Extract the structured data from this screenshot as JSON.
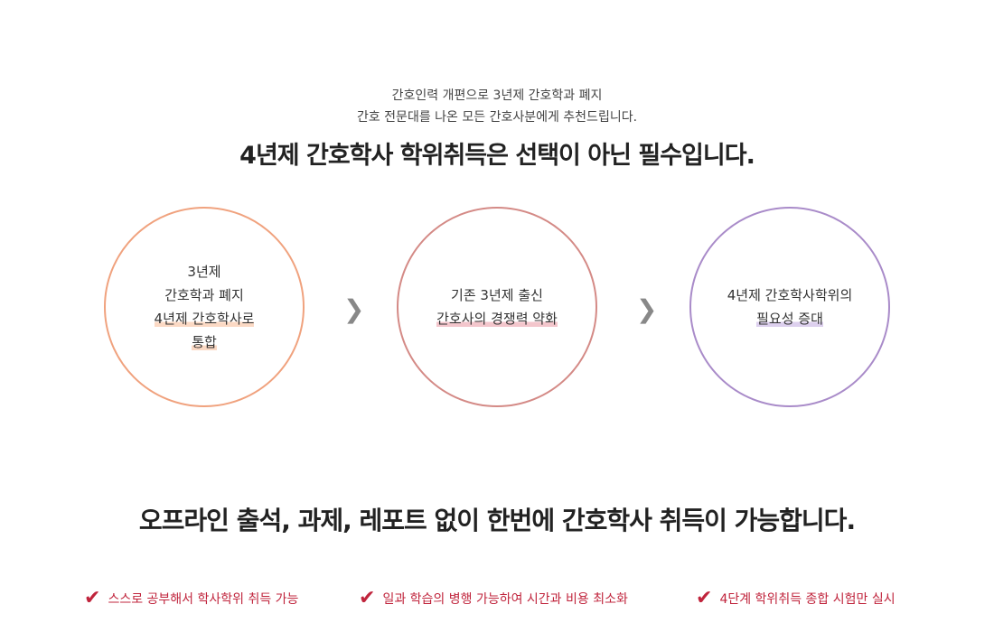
{
  "intro": [
    "간호인력 개편으로 3년제 간호학과 폐지",
    "간호 전문대를 나온 모든 간호사분에게 추천드립니다."
  ],
  "headline": "4년제 간호학사 학위취득은 선택이 아닌 필수입니다.",
  "circles": [
    {
      "lines": [
        "3년제",
        "간호학과 폐지",
        "4년제 간호학사로",
        "통합"
      ],
      "color": "#f0a27e"
    },
    {
      "lines": [
        "기존 3년제 출신",
        "간호사의 경쟁력 약화"
      ],
      "color": "#d48a86"
    },
    {
      "lines": [
        "4년제 간호학사학위의",
        "필요성 증대"
      ],
      "color": "#a98bc9"
    }
  ],
  "arrow": "❯",
  "subheadline": "오프라인 출석, 과제, 레포트 없이 한번에 간호학사 취득이 가능합니다.",
  "features": [
    "스스로 공부해서 학사학위 취득 가능",
    "일과 학습의 병행 가능하여 시간과 비용 최소화",
    "4단계 학위취득 종합 시험만 실시"
  ],
  "check": "✔"
}
